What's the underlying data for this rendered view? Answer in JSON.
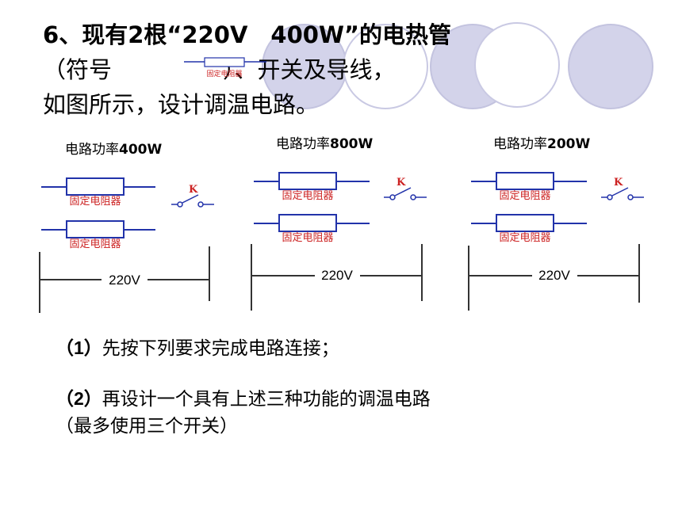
{
  "title": {
    "line1_prefix": "6",
    "line1_main": "、现有2根“220V　400W”的电热管",
    "line2_open": "（符号",
    "line2_close": "）、开关及导线，",
    "line3": "如图所示，设计调温电路。"
  },
  "resistor_label": "固定电阻器",
  "switch_label": "K",
  "panels": [
    {
      "label": "电路功率",
      "power": "400W",
      "voltage": "220V"
    },
    {
      "label": "电路功率",
      "power": "800W",
      "voltage": "220V"
    },
    {
      "label": "电路功率",
      "power": "200W",
      "voltage": "220V"
    }
  ],
  "questions": {
    "q1_num": "（1）",
    "q1_text": "先按下列要求完成电路连接；",
    "q2_num": "（2）",
    "q2_text": "再设计一个具有上述三种功能的调温电路",
    "q2_note": "（最多使用三个开关）"
  },
  "colors": {
    "wire_blue": "#2233aa",
    "resistor_text": "#cc2222",
    "switch_k": "#cc2222",
    "circle_fill": "#d3d3ea"
  }
}
